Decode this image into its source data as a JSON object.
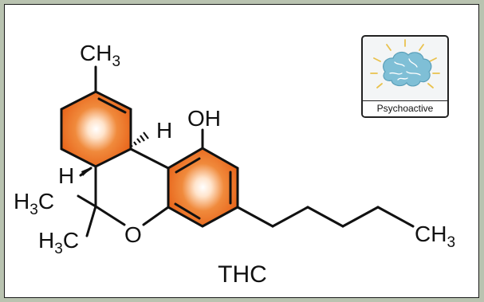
{
  "atoms": {
    "ch3_top": {
      "main": "CH",
      "sub": "3"
    },
    "oh": "OH",
    "h_top": "H",
    "h_left": "H",
    "h3c_upper": {
      "main": "H",
      "sub": "3",
      "tail": "C"
    },
    "h3c_lower": {
      "main": "H",
      "sub": "3",
      "tail": "C"
    },
    "o_ring": "O",
    "ch3_right": {
      "main": "CH",
      "sub": "3"
    }
  },
  "badge": {
    "icon": "brain-icon",
    "label": "Psychoactive"
  },
  "title": "THC",
  "colors": {
    "ring_fill": "#f07a2a",
    "ring_glow": "#ffffff",
    "bond": "#111111",
    "brain": "#7fbfd6",
    "rays": "#e9c24e"
  }
}
